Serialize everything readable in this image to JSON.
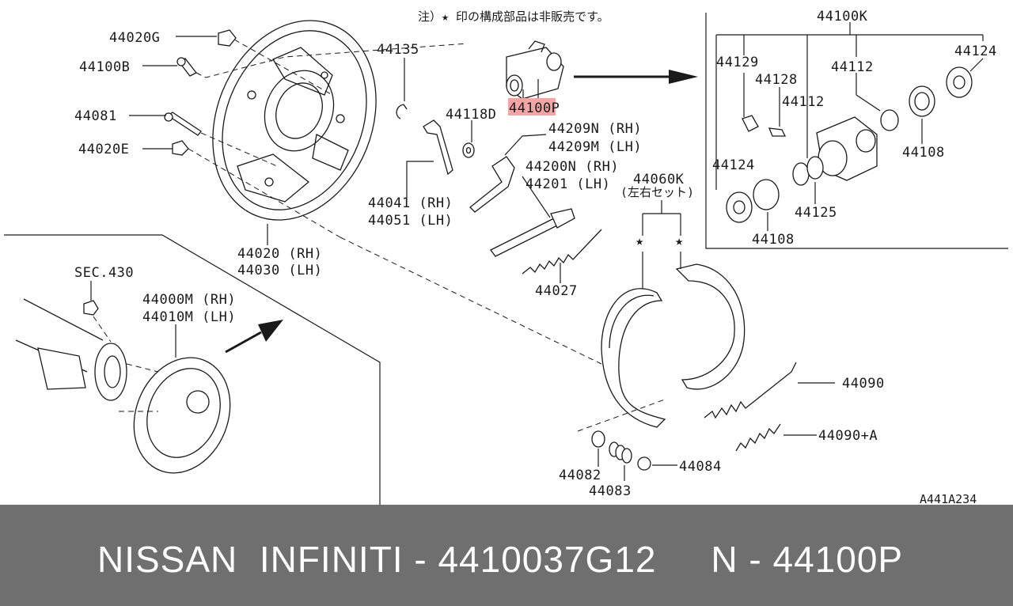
{
  "note": "注）★ 印の構成部品は非販売です。",
  "parts": {
    "p44020G": "44020G",
    "p44100B": "44100B",
    "p44081": "44081",
    "p44020E": "44020E",
    "p44135": "44135",
    "p44100P": "44100P",
    "p44118D": "44118D",
    "p44209N": "44209N (RH)",
    "p44209M": "44209M (LH)",
    "p44200N": "44200N (RH)",
    "p44201": "44201 (LH)",
    "p44041": "44041 (RH)",
    "p44051": "44051 (LH)",
    "p44020": "44020 (RH)",
    "p44030": "44030 (LH)",
    "p44027": "44027",
    "p44060K": "44060K",
    "p44060K_sub": "(左右セット)",
    "pSEC430": "SEC.430",
    "p44000M": "44000M (RH)",
    "p44010M": "44010M (LH)",
    "p44090": "44090",
    "p44090A": "44090+A",
    "p44084": "44084",
    "p44082": "44082",
    "p44083": "44083",
    "p44100K": "44100K",
    "p44129": "44129",
    "p44128": "44128",
    "p44112a": "44112",
    "p44112b": "44112",
    "p44124a": "44124",
    "p44124b": "44124",
    "p44108a": "44108",
    "p44108b": "44108",
    "p44125": "44125"
  },
  "star_symbol": "★",
  "diagram_code": "A441A234",
  "highlight_color": "#f4a6a6",
  "banner": {
    "text": "NISSAN  INFINITI - 4410037G12     N - 44100P",
    "background": "#6f6f6f"
  }
}
